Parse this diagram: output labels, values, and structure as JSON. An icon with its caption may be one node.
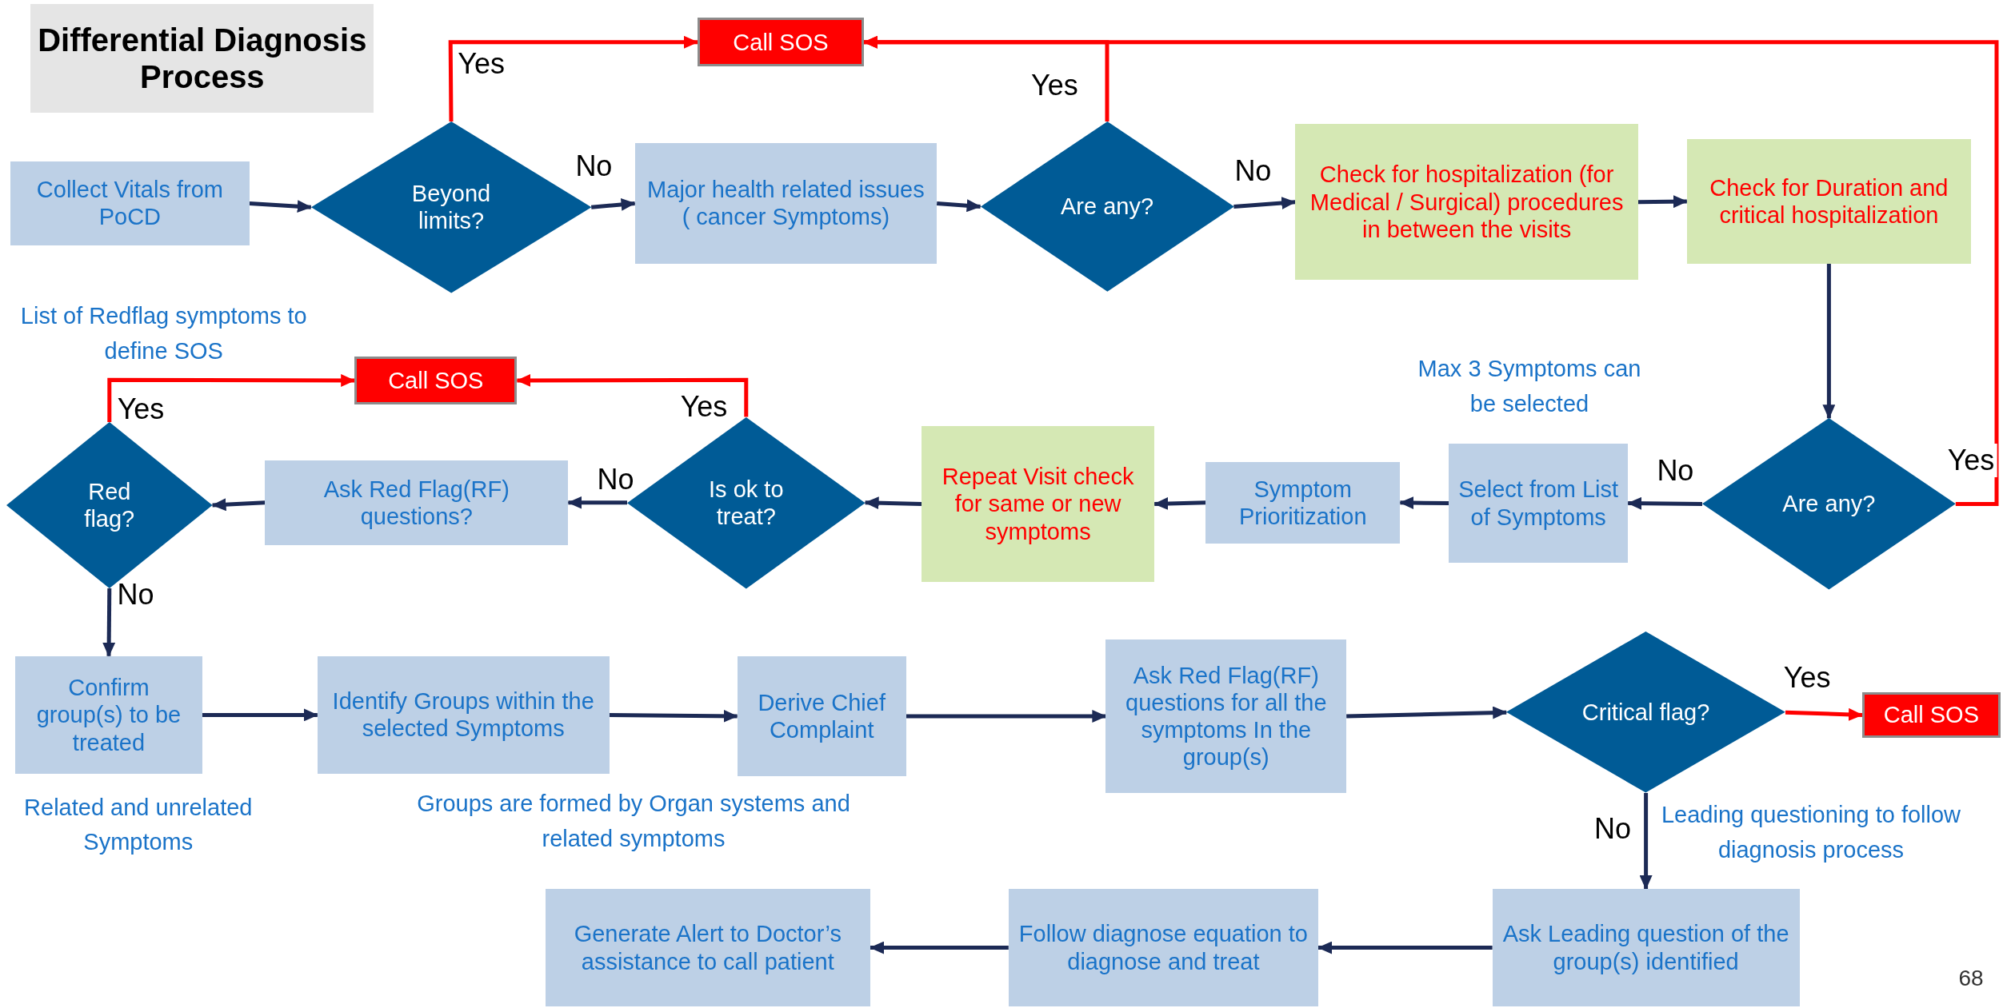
{
  "diagram": {
    "title": "Differential Diagnosis Process",
    "nodes": [
      {
        "text": [
          "Call SOS"
        ]
      },
      {
        "text": [
          "Collect Vitals from PoCD"
        ]
      },
      {
        "text": [
          "Beyond limits?"
        ]
      },
      {
        "text": [
          "Major health related issues ( cancer Symptoms)"
        ]
      },
      {
        "text": [
          "Are any?"
        ]
      },
      {
        "text": [
          "Check for hospitalization (for Medical / Surgical) procedures in between the visits"
        ]
      },
      {
        "text": [
          "Check for Duration and critical hospitalization"
        ]
      },
      {
        "text": [
          "Are any?"
        ]
      },
      {
        "text": [
          "Select from List of Symptoms"
        ],
        "beside": [
          "Max 3 Symptoms can be selected"
        ]
      },
      {
        "text": [
          "Symptom Prioritization"
        ]
      },
      {
        "text": [
          "Repeat Visit check for same or new symptoms"
        ]
      },
      {
        "text": [
          "Is ok to treat?"
        ]
      },
      {
        "text": [
          "Ask Red Flag(RF) questions?"
        ]
      },
      {
        "text": [
          "Red flag?"
        ]
      },
      {
        "text": [
          "Call SOS"
        ]
      },
      {
        "text": [
          "Confirm group(s) to be treated"
        ],
        "beside": [
          "Related and unrelated Symptoms"
        ]
      },
      {
        "text": [
          "Identify Groups within the selected Symptoms"
        ],
        "beside": [
          "Groups are formed by Organ systems and related symptoms"
        ]
      },
      {
        "text": [
          "Derive Chief Complaint"
        ]
      },
      {
        "text": [
          "Ask Red Flag(RF) questions for all the symptoms In the group(s)"
        ]
      },
      {
        "text": [
          "Critical flag?"
        ]
      },
      {
        "text": [
          "Call SOS"
        ]
      },
      {
        "text": [
          "Ask Leading question of the group(s) identified"
        ]
      },
      {
        "text": [
          "Follow diagnose equation to diagnose and treat"
        ]
      },
      {
        "text": [
          "Generate Alert to Doctor’s assistance to call patient"
        ]
      }
    ],
    "edges": [
      {
        "from": 1,
        "to": 2,
        "arrow": "to"
      },
      {
        "from": 2,
        "to": 0,
        "arrow": "to",
        "label": "Yes",
        "color": "#ff0000"
      },
      {
        "from": 2,
        "to": 3,
        "arrow": "to",
        "label": "No"
      },
      {
        "from": 3,
        "to": 4,
        "arrow": "to"
      },
      {
        "from": 4,
        "to": 0,
        "arrow": "to",
        "label": "Yes",
        "color": "#ff0000"
      },
      {
        "from": 4,
        "to": 5,
        "arrow": "to",
        "label": "No"
      },
      {
        "from": 5,
        "to": 6,
        "arrow": "to"
      },
      {
        "from": 6,
        "to": 7,
        "arrow": "to"
      },
      {
        "from": 7,
        "to": 0,
        "arrow": "to",
        "label": "Yes",
        "color": "#ff0000"
      },
      {
        "from": 7,
        "to": 8,
        "arrow": "to",
        "label": "No"
      },
      {
        "from": 8,
        "to": 9,
        "arrow": "to"
      },
      {
        "from": 9,
        "to": 10,
        "arrow": "to"
      },
      {
        "from": 10,
        "to": 11,
        "arrow": "to"
      },
      {
        "from": 11,
        "to": 14,
        "arrow": "to",
        "label": "Yes",
        "color": "#ff0000"
      },
      {
        "from": 11,
        "to": 12,
        "arrow": "to",
        "label": "No"
      },
      {
        "from": 12,
        "to": 13,
        "arrow": "to"
      },
      {
        "from": 13,
        "to": 14,
        "arrow": "to",
        "label": "Yes",
        "color": "#ff0000"
      },
      {
        "from": 13,
        "to": 15,
        "arrow": "to",
        "label": "No"
      },
      {
        "from": 15,
        "to": 16,
        "arrow": "to"
      },
      {
        "from": 16,
        "to": 17,
        "arrow": "to"
      },
      {
        "from": 17,
        "to": 18,
        "arrow": "to"
      },
      {
        "from": 18,
        "to": 19,
        "arrow": "to"
      },
      {
        "from": 19,
        "to": 20,
        "arrow": "to",
        "label": "Yes",
        "color": "#ff0000"
      },
      {
        "from": 19,
        "to": 21,
        "arrow": "to",
        "label": "No"
      },
      {
        "from": 21,
        "to": 22,
        "arrow": "to"
      },
      {
        "from": 22,
        "to": 23,
        "arrow": "to"
      }
    ],
    "labels": [
      "List of Redflag symptoms to define SOS",
      "Leading questioning to follow diagnosis process",
      "68"
    ]
  }
}
